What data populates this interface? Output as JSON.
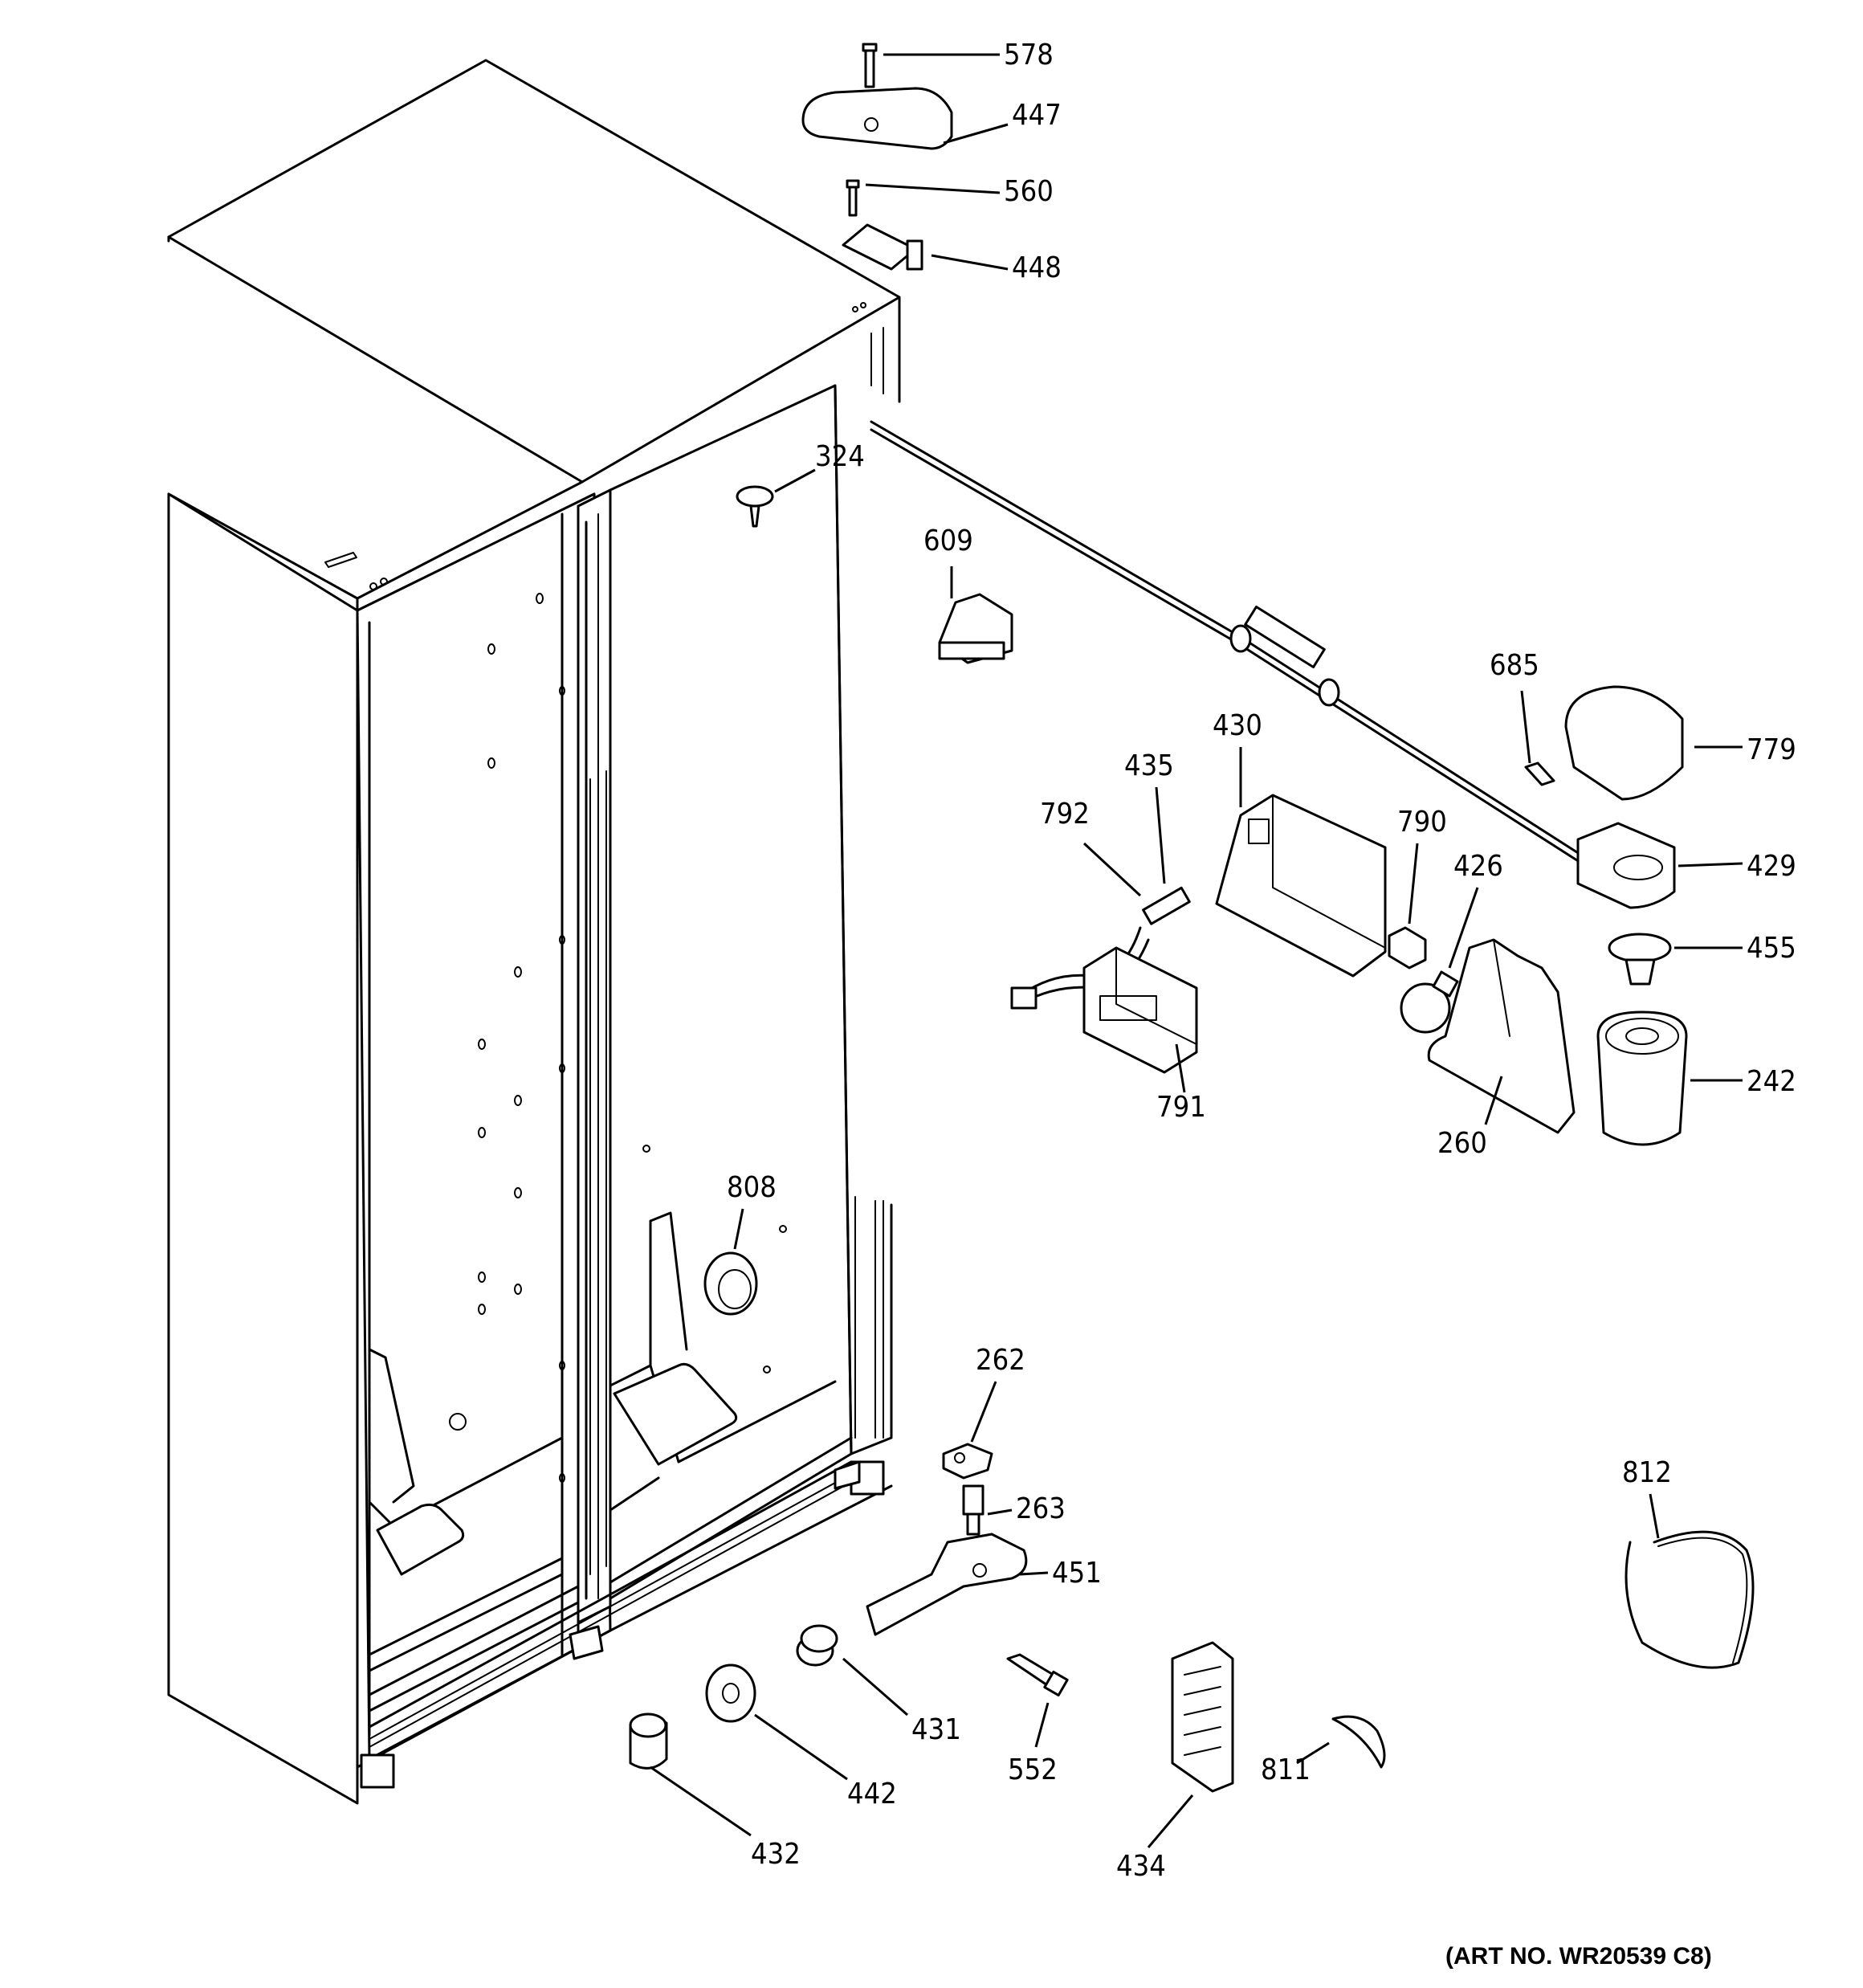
{
  "parts": [
    {
      "id": "p578",
      "label": "578"
    },
    {
      "id": "p447",
      "label": "447"
    },
    {
      "id": "p560",
      "label": "560"
    },
    {
      "id": "p448",
      "label": "448"
    },
    {
      "id": "p324",
      "label": "324"
    },
    {
      "id": "p609",
      "label": "609"
    },
    {
      "id": "p685",
      "label": "685"
    },
    {
      "id": "p779",
      "label": "779"
    },
    {
      "id": "p429",
      "label": "429"
    },
    {
      "id": "p455",
      "label": "455"
    },
    {
      "id": "p242",
      "label": "242"
    },
    {
      "id": "p430",
      "label": "430"
    },
    {
      "id": "p435",
      "label": "435"
    },
    {
      "id": "p792",
      "label": "792"
    },
    {
      "id": "p791",
      "label": "791"
    },
    {
      "id": "p790",
      "label": "790"
    },
    {
      "id": "p426",
      "label": "426"
    },
    {
      "id": "p260",
      "label": "260"
    },
    {
      "id": "p808",
      "label": "808"
    },
    {
      "id": "p262",
      "label": "262"
    },
    {
      "id": "p263",
      "label": "263"
    },
    {
      "id": "p451",
      "label": "451"
    },
    {
      "id": "p812",
      "label": "812"
    },
    {
      "id": "p431",
      "label": "431"
    },
    {
      "id": "p552",
      "label": "552"
    },
    {
      "id": "p442",
      "label": "442"
    },
    {
      "id": "p811",
      "label": "811"
    },
    {
      "id": "p432",
      "label": "432"
    },
    {
      "id": "p434",
      "label": "434"
    }
  ],
  "art_number": "(ART NO. WR20539 C8)"
}
